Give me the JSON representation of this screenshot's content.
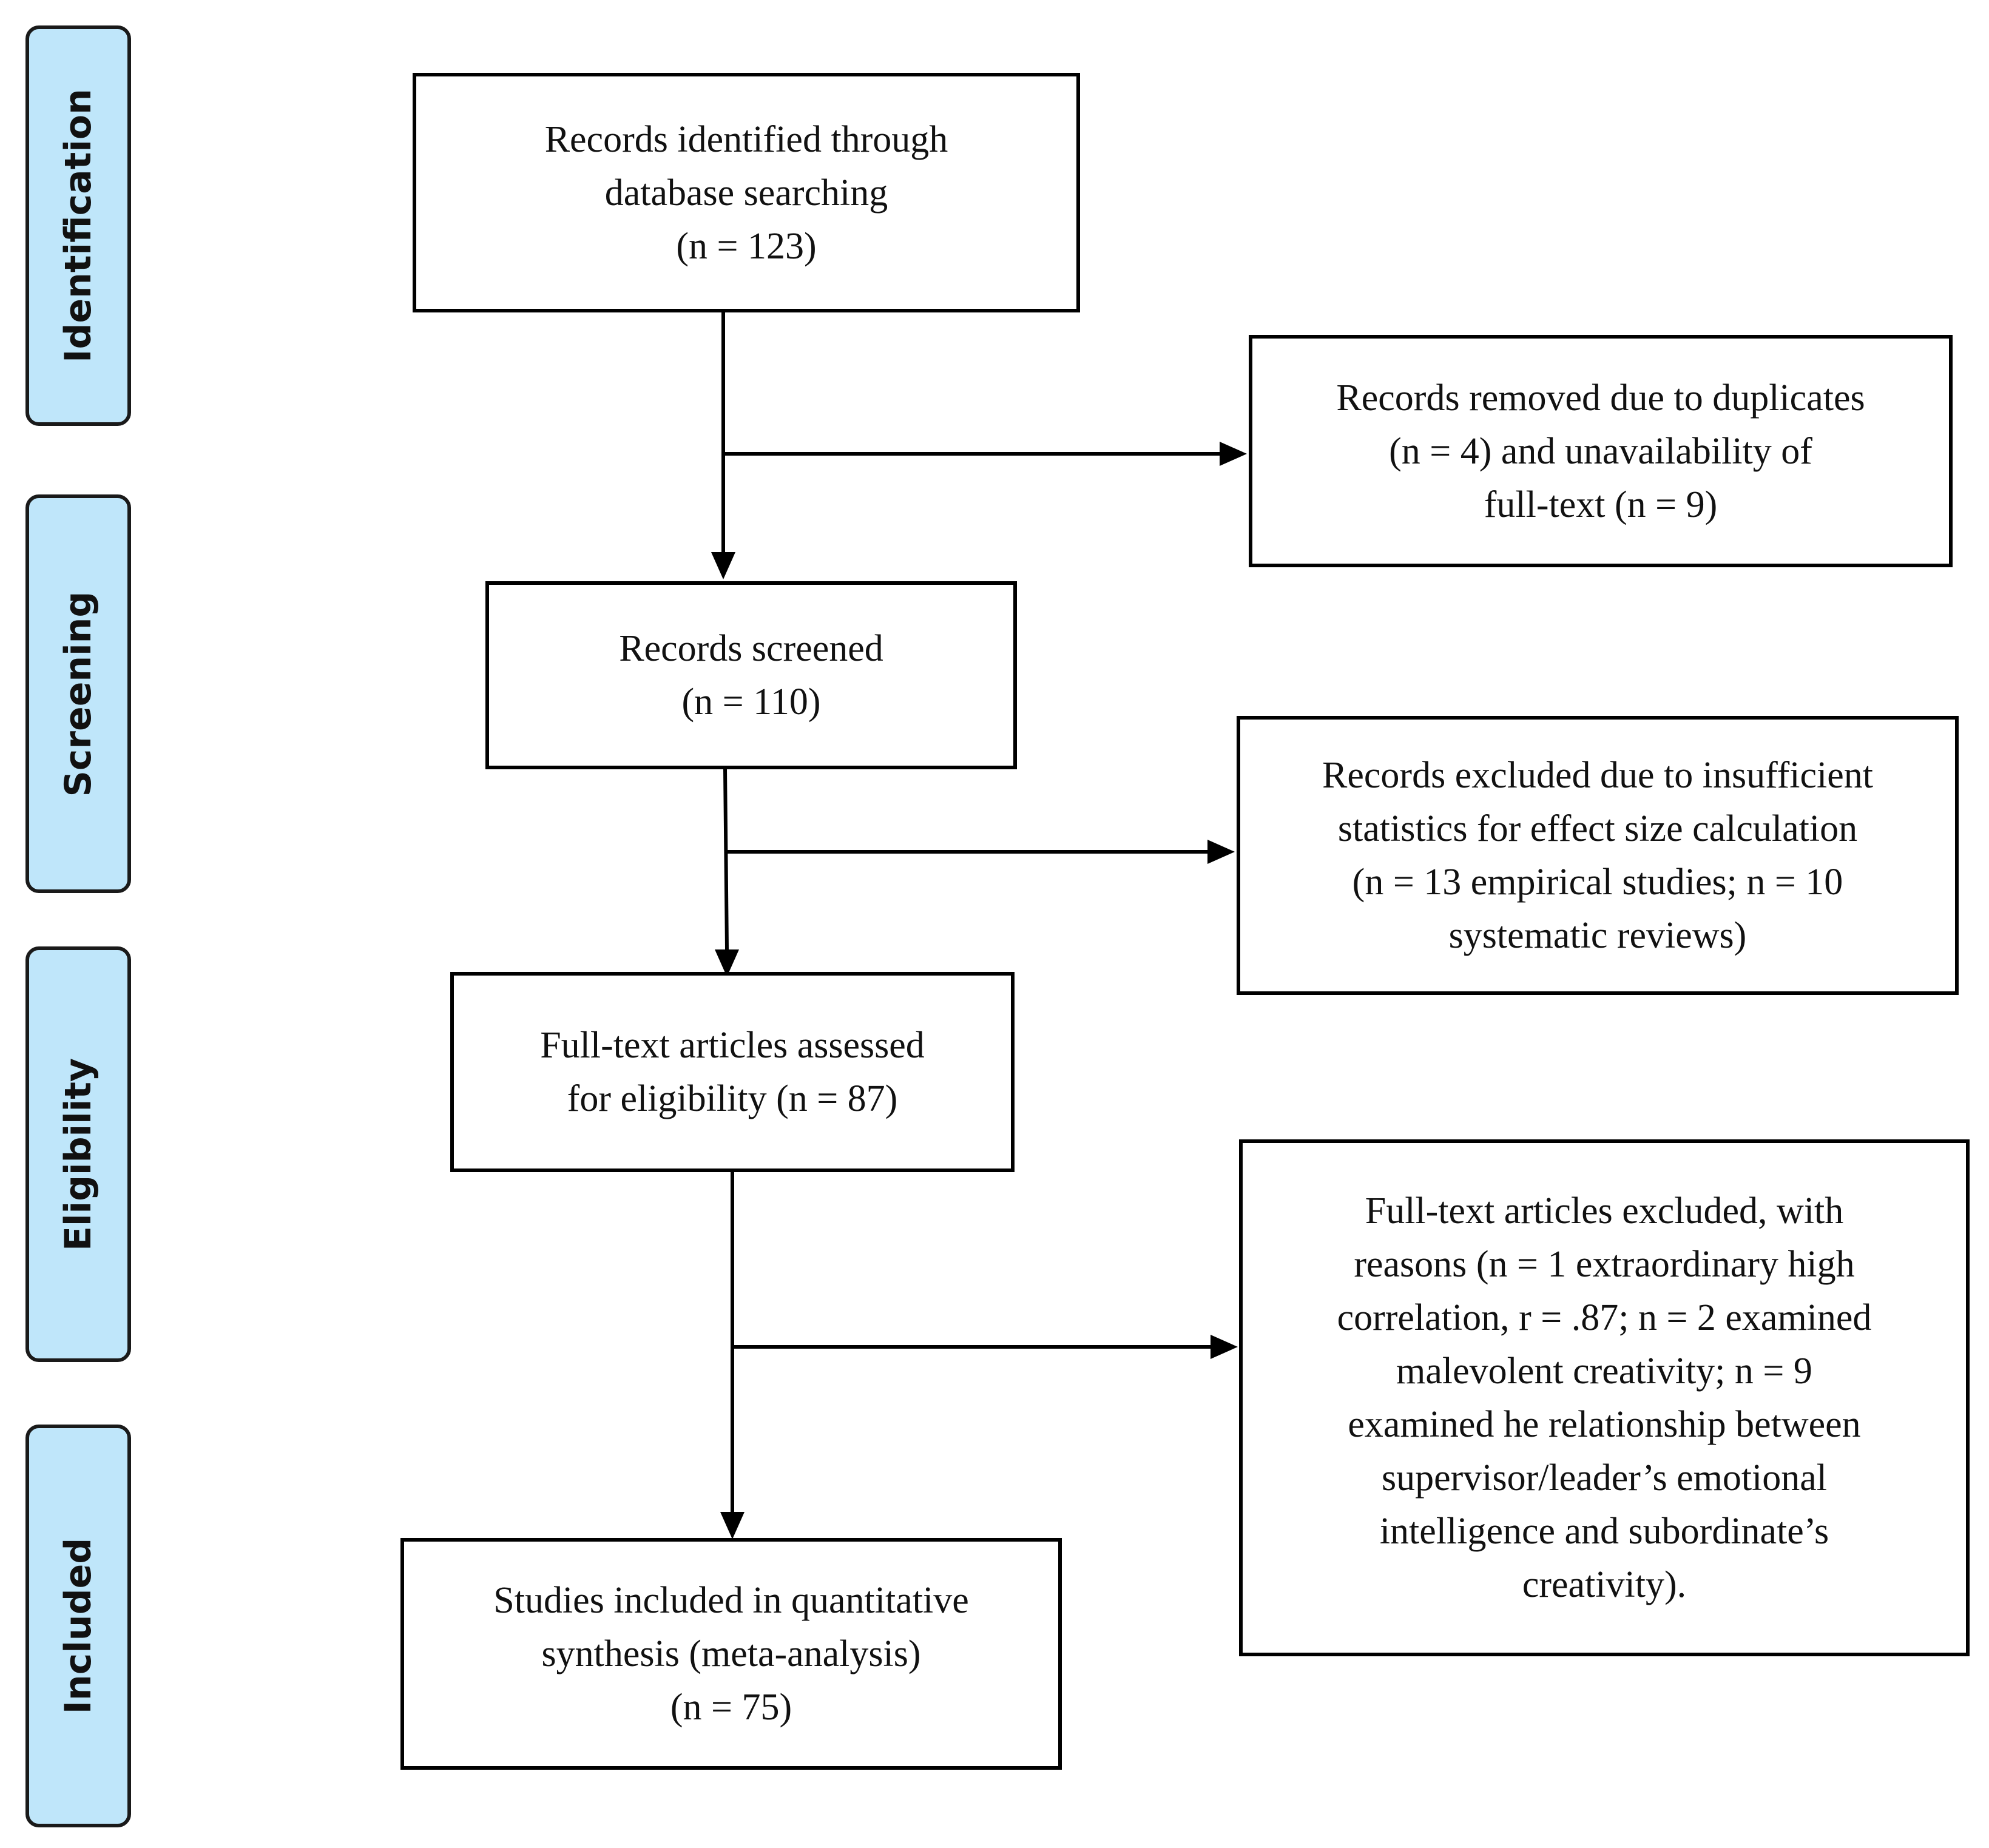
{
  "stages": [
    {
      "id": "identification",
      "label": "Identification"
    },
    {
      "id": "screening",
      "label": "Screening"
    },
    {
      "id": "eligibility",
      "label": "Eligibility"
    },
    {
      "id": "included",
      "label": "Included"
    }
  ],
  "main_boxes": {
    "identified": {
      "lines": [
        "Records identified through",
        "database searching",
        "(n = 123)"
      ]
    },
    "screened": {
      "lines": [
        "Records screened",
        "(n = 110)"
      ]
    },
    "eligibility": {
      "lines": [
        "Full-text articles assessed",
        "for eligibility (n = 87)"
      ]
    },
    "included": {
      "lines": [
        "Studies included in quantitative",
        "synthesis (meta-analysis)",
        "(n = 75)"
      ]
    }
  },
  "exclusion_boxes": {
    "duplicates": {
      "lines": [
        "Records removed due to duplicates",
        "(n = 4) and unavailability of",
        "full-text (n = 9)"
      ]
    },
    "insufficient_stats": {
      "lines": [
        "Records excluded due to insufficient",
        "statistics for effect size calculation",
        "(n = 13 empirical studies; n = 10",
        "systematic reviews)"
      ]
    },
    "fulltext_excluded": {
      "lines": [
        "Full-text articles excluded, with",
        "reasons (n = 1 extraordinary high",
        "correlation, r = .87; n = 2 examined",
        "malevolent creativity; n = 9",
        "examined he relationship between",
        "supervisor/leader’s emotional",
        "intelligence and subordinate’s",
        "creativity)."
      ]
    }
  }
}
